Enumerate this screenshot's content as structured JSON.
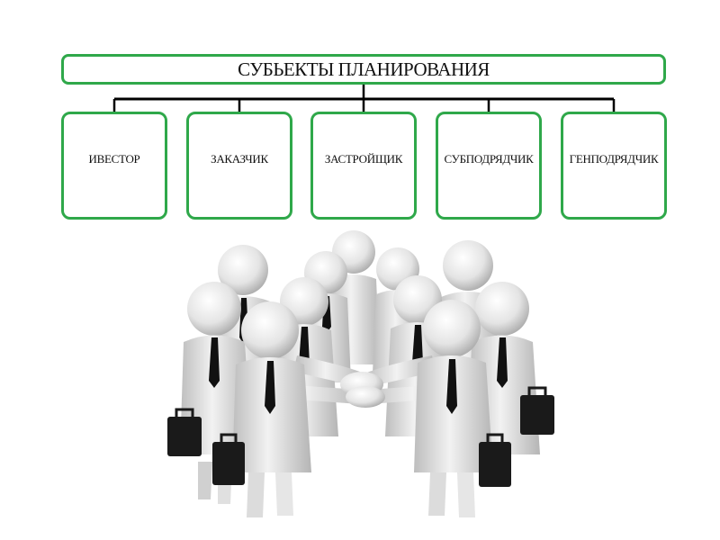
{
  "diagram": {
    "root": {
      "label": "СУБЬЕКТЫ ПЛАНИРОВАНИЯ"
    },
    "children": [
      {
        "label": "ИВЕСТОР"
      },
      {
        "label": "ЗАКАЗЧИК"
      },
      {
        "label": "ЗАСТРОЙЩИК"
      },
      {
        "label": "СУБПОДРЯДЧИК"
      },
      {
        "label": "ГЕНПОДРЯДЧИК"
      }
    ],
    "colors": {
      "box_border": "#2fa84a",
      "connector": "#000000"
    }
  },
  "illustration": {
    "icon": "team-hands-together-icon"
  }
}
